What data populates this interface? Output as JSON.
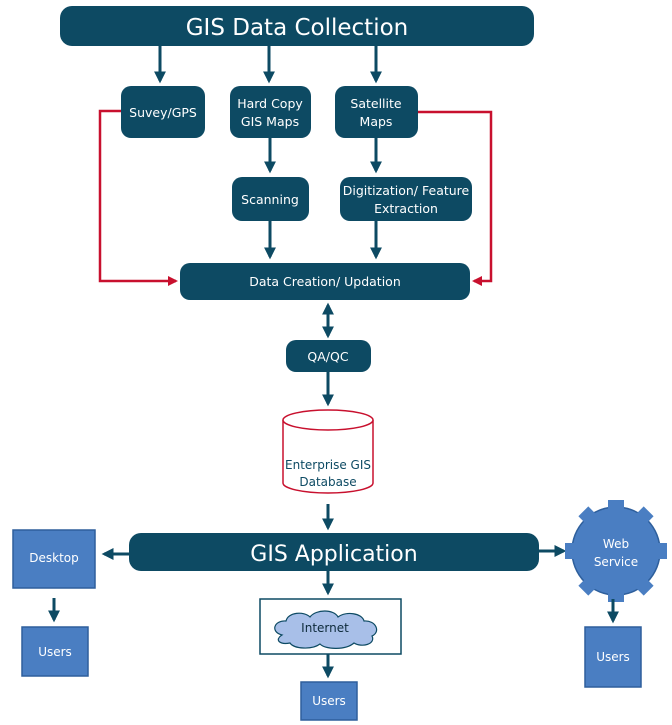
{
  "title": "GIS Data Collection",
  "sources": {
    "survey_gps": "Suvey/GPS",
    "hard_copy_1": "Hard Copy",
    "hard_copy_2": "GIS Maps",
    "satellite_1": "Satellite",
    "satellite_2": "Maps"
  },
  "processing": {
    "scanning": "Scanning",
    "digitization_1": "Digitization/ Feature",
    "digitization_2": "Extraction"
  },
  "data_creation": "Data Creation/ Updation",
  "qa_qc": "QA/QC",
  "database": {
    "line1": "Enterprise GIS",
    "line2": "Database"
  },
  "application": "GIS Application",
  "outputs": {
    "desktop": "Desktop",
    "internet": "Internet",
    "web_service_1": "Web",
    "web_service_2": "Service",
    "users_desktop": "Users",
    "users_internet": "Users",
    "users_web": "Users"
  },
  "colors": {
    "node": "#0d4a63",
    "red_arrow": "#c8102e",
    "blue_box": "#4a7ec2",
    "cloud": "#a8bfe8"
  }
}
